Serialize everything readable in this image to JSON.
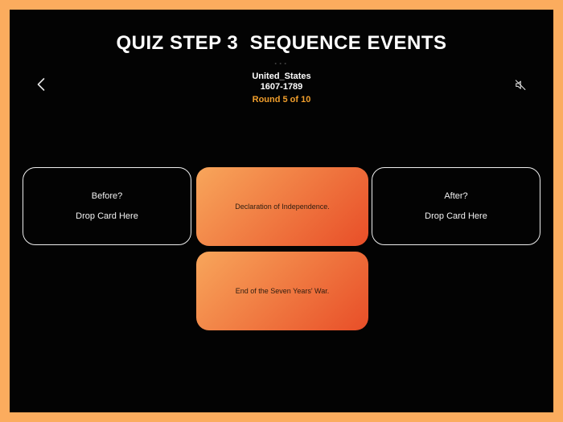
{
  "page": {
    "title": "QUIZ STEP 3  SEQUENCE EVENTS",
    "frame_color": "#FBAC5E",
    "background_color": "#030303"
  },
  "header": {
    "back_icon": "chevron-left-icon",
    "mute_icon": "speaker-slash-icon",
    "more_indicator": "···",
    "quiz_name": "United_States",
    "quiz_range": "1607-1789",
    "round_label": "Round 5 of 10",
    "round_color": "#F09E2C"
  },
  "board": {
    "before_zone": {
      "question": "Before?",
      "hint": "Drop Card Here"
    },
    "after_zone": {
      "question": "After?",
      "hint": "Drop Card Here"
    },
    "anchor_card": {
      "text": "Declaration of Independence."
    },
    "draggable_card": {
      "text": "End of the Seven Years' War."
    },
    "card_gradient": {
      "from": "#F8A65B",
      "to": "#E84E28"
    }
  }
}
